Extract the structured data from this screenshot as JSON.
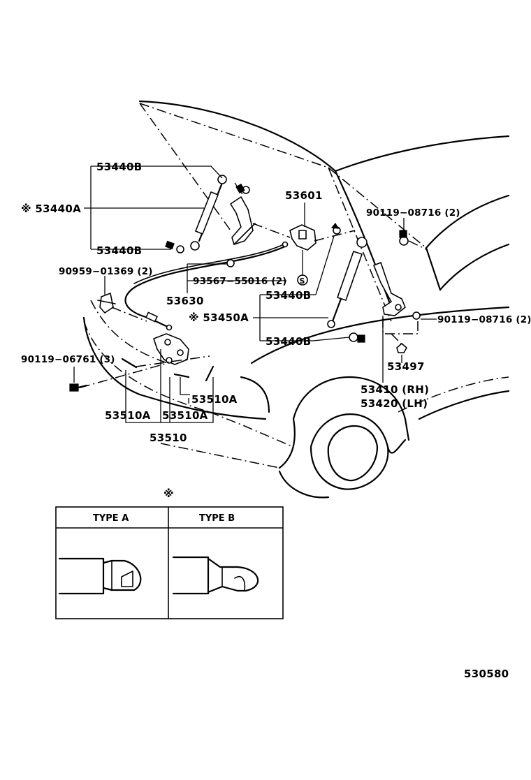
{
  "labels": {
    "l_53440B_top": "53440B",
    "l_53440A": "※ 53440A",
    "l_53440B_mid": "53440B",
    "l_90959": "90959−01369 (2)",
    "l_93567": "93567−55016 (2)",
    "l_53630": "53630",
    "l_53601": "53601",
    "l_90119_08716_top": "90119−08716 (2)",
    "l_53440B_r1": "53440B",
    "l_53450A": "※ 53450A",
    "l_53440B_r2": "53440B",
    "l_90119_08716_right": "90119−08716 (2)",
    "l_90119_06761": "90119−06761 (3)",
    "l_53497": "53497",
    "l_53410": "53410 (RH)",
    "l_53420": "53420 (LH)",
    "l_53510A_r": "53510A",
    "l_53510A_l": "53510A",
    "l_53510A_m": "53510A",
    "l_53510": "53510",
    "l_s_mark": "S"
  },
  "legend": {
    "note_mark": "※",
    "type_a": "TYPE  A",
    "type_b": "TYPE  B"
  },
  "figure_id": "530580"
}
